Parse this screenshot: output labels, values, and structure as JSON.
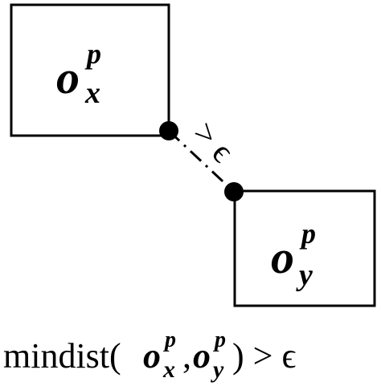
{
  "box_x": {
    "base": "o",
    "sup": "p",
    "sub": "x"
  },
  "box_y": {
    "base": "o",
    "sup": "p",
    "sub": "y"
  },
  "connector_label": {
    "text": "> ϵ"
  },
  "caption": {
    "func": "mindist(",
    "arg1": {
      "base": "o",
      "sup": "p",
      "sub": "x"
    },
    "sep": ",",
    "arg2": {
      "base": "o",
      "sup": "p",
      "sub": "y"
    },
    "rest": ") > ϵ"
  },
  "colors": {
    "stroke": "#000000",
    "background": "#ffffff"
  }
}
